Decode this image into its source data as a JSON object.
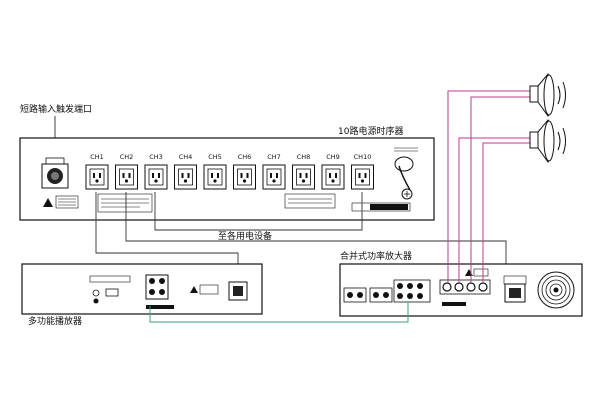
{
  "labels": {
    "trigger_port": "短路输入触发端口",
    "sequencer": "10路电源时序器",
    "to_devices": "至各用电设备",
    "amplifier": "合并式功率放大器",
    "player": "多功能播放器"
  },
  "channels": [
    "CH1",
    "CH2",
    "CH3",
    "CH4",
    "CH5",
    "CH6",
    "CH7",
    "CH8",
    "CH9",
    "CH10"
  ],
  "colors": {
    "speaker_wire": "#c03a92",
    "audio_wire": "#3aa37a",
    "power_wire": "#333333"
  }
}
